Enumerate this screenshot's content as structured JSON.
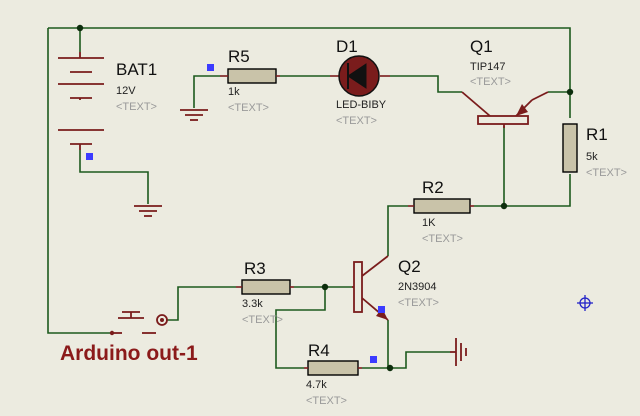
{
  "components": {
    "bat1": {
      "ref": "BAT1",
      "value": "12V",
      "text": "<TEXT>"
    },
    "r5": {
      "ref": "R5",
      "value": "1k",
      "text": "<TEXT>"
    },
    "d1": {
      "ref": "D1",
      "value": "LED-BIBY",
      "text": "<TEXT>"
    },
    "q1": {
      "ref": "Q1",
      "value": "TIP147",
      "text": "<TEXT>"
    },
    "r1": {
      "ref": "R1",
      "value": "5k",
      "text": "<TEXT>"
    },
    "r2": {
      "ref": "R2",
      "value": "1K",
      "text": "<TEXT>"
    },
    "r3": {
      "ref": "R3",
      "value": "3.3k",
      "text": "<TEXT>"
    },
    "q2": {
      "ref": "Q2",
      "value": "2N3904",
      "text": "<TEXT>"
    },
    "r4": {
      "ref": "R4",
      "value": "4.7k",
      "text": "<TEXT>"
    }
  },
  "labels": {
    "switch_label": "Arduino out-1"
  },
  "colors": {
    "wire": "#1d5a1d",
    "component": "#7a1c1c",
    "resistor_fill": "#c9c3a9",
    "background": "#ecebe0",
    "marker": "#3b3bff",
    "label": "#8b1a1a"
  }
}
